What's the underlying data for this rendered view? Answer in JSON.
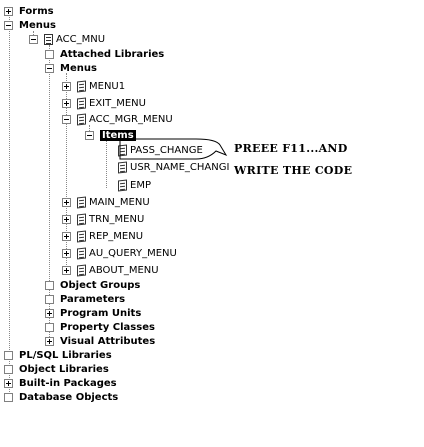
{
  "tree": {
    "forms": "Forms",
    "menus_root": "Menus",
    "acc_mnu": "ACC_MNU",
    "attached_libraries": "Attached Libraries",
    "menus_sub": "Menus",
    "menu1": "MENU1",
    "exit_menu": "EXIT_MENU",
    "acc_mgr_menu": "ACC_MGR_MENU",
    "items": "Items",
    "pass_change": "PASS_CHANGE",
    "usr_name_change": "USR_NAME_CHANGI",
    "emp": "EMP",
    "main_menu": "MAIN_MENU",
    "trn_menu": "TRN_MENU",
    "rep_menu": "REP_MENU",
    "au_query_menu": "AU_QUERY_MENU",
    "about_menu": "ABOUT_MENU",
    "object_groups": "Object Groups",
    "parameters": "Parameters",
    "program_units": "Program Units",
    "property_classes": "Property Classes",
    "visual_attributes": "Visual Attributes",
    "plsql_libraries": "PL/SQL Libraries",
    "object_libraries": "Object Libraries",
    "builtin_packages": "Built-in Packages",
    "database_objects": "Database Objects"
  },
  "annotation": {
    "line1": "PREEE F11...AND",
    "line2": "WRITE THE CODE"
  }
}
